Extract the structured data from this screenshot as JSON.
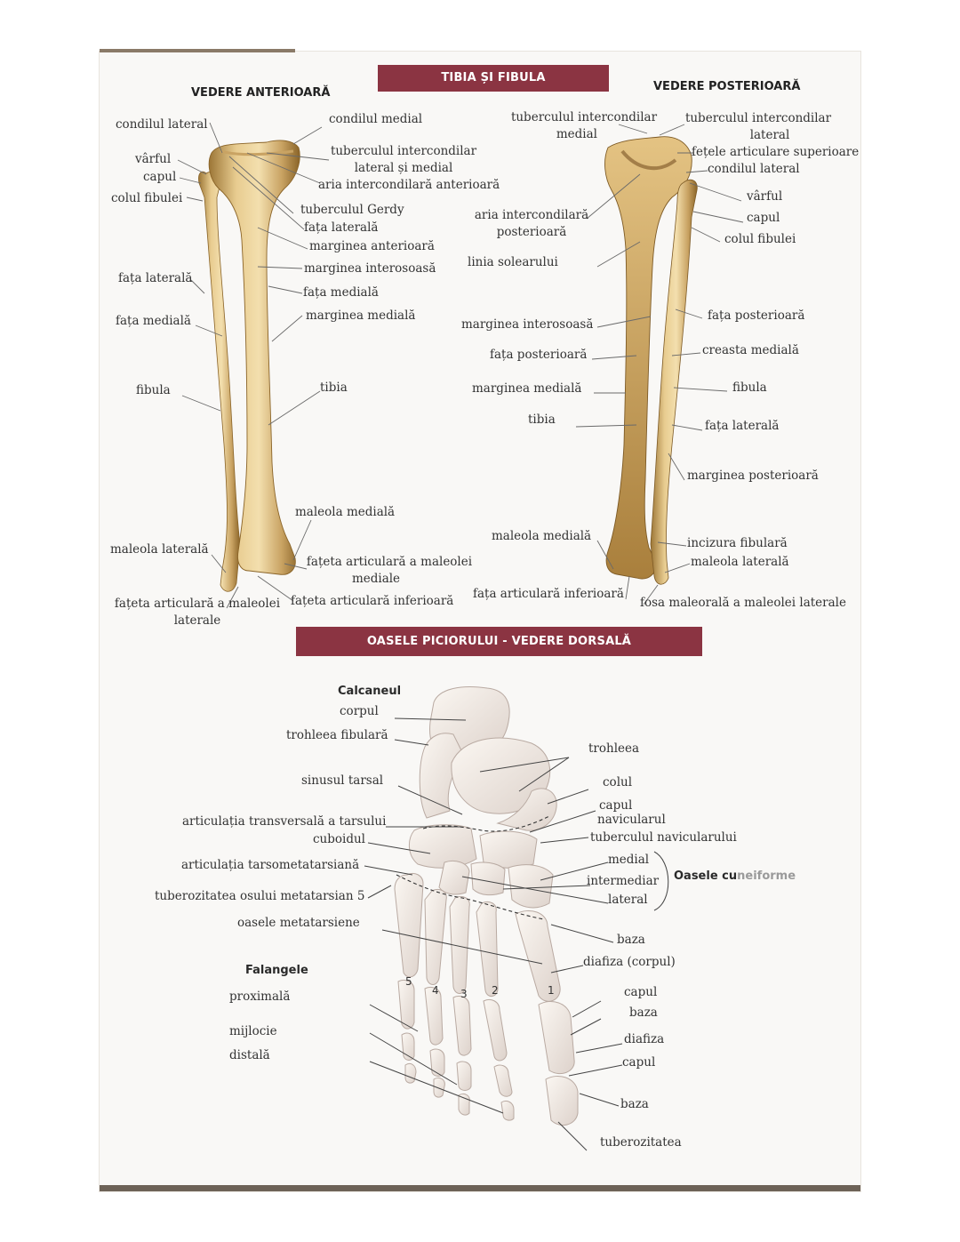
{
  "banners": {
    "tibia_fibula": "TIBIA ȘI FIBULA",
    "foot": "OASELE PICIORULUI - VEDERE DORSALĂ"
  },
  "anterior": {
    "heading": "VEDERE ANTERIOARĂ",
    "condilul_lateral": "condilul lateral",
    "condilul_medial": "condilul medial",
    "varful": "vârful",
    "capul": "capul",
    "colul_fibulei": "colul fibulei",
    "tuberculul_1": "tuberculul intercondilar",
    "tuberculul_2": "lateral și medial",
    "aria": "aria intercondilară anterioară",
    "gerdy": "tuberculul Gerdy",
    "fata_laterala_tibia": "fața laterală",
    "marginea_anterioara": "marginea anterioară",
    "marginea_interosoasa": "marginea interosoasă",
    "fata_laterala": "fața laterală",
    "fata_mediala_tibia": "fața medială",
    "fata_mediala": "fața medială",
    "marginea_mediala": "marginea medială",
    "fibula": "fibula",
    "tibia": "tibia",
    "maleola_mediala": "maleola medială",
    "maleola_laterala": "maleola laterală",
    "fateta_maleolei_mediale_1": "fațeta articulară a maleolei",
    "fateta_maleolei_mediale_2": "mediale",
    "fateta_maleolei_laterale_1": "fațeta articulară a maleolei",
    "fateta_maleolei_laterale_2": "laterale",
    "fateta_inferioara": "fațeta articulară inferioară"
  },
  "posterior": {
    "heading": "VEDERE POSTERIOARĂ",
    "tub_medial_1": "tuberculul intercondilar",
    "tub_medial_2": "medial",
    "tub_lateral_1": "tuberculul intercondilar",
    "tub_lateral_2": "lateral",
    "fetele": "fețele articulare superioare",
    "condilul_lateral": "condilul lateral",
    "varful": "vârful",
    "aria_1": "aria intercondilară",
    "aria_2": "posterioară",
    "capul": "capul",
    "colul_fibulei": "colul fibulei",
    "linia_solearului": "linia solearului",
    "marginea_interosoasa": "marginea interosoasă",
    "fata_posterioara_r": "fața posterioară",
    "fata_posterioara": "fața posterioară",
    "creasta_mediala": "creasta medială",
    "marginea_mediala": "marginea medială",
    "fibula": "fibula",
    "tibia": "tibia",
    "fata_laterala": "fața laterală",
    "marginea_posterioara": "marginea posterioară",
    "maleola_mediala": "maleola medială",
    "incizura": "incizura fibulară",
    "maleola_laterala": "maleola laterală",
    "fata_inferioara": "fața articulară inferioară",
    "fosa": "fosa maleorală a maleolei laterale"
  },
  "foot": {
    "calcaneul": "Calcaneul",
    "corpul": "corpul",
    "trohleea_fibulara": "trohleea fibulară",
    "sinusul_tarsal": "sinusul tarsal",
    "art_transversala": "articulația transversală a tarsului",
    "cuboidul": "cuboidul",
    "art_tarsometatarsiana": "articulația  tarsometatarsiană",
    "tuberozitatea_mt5": "tuberozitatea osului metatarsian 5",
    "oasele_metatarsiene": "oasele metatarsiene",
    "falangele": "Falangele",
    "proximala": "proximală",
    "mijlocie": "mijlocie",
    "distala": "distală",
    "trohleea": "trohleea",
    "colul": "colul",
    "capul": "capul",
    "navicularul": "navicularul",
    "tuberculul_navicularului": "tuberculul navicularului",
    "medial": "medial",
    "intermediar": "intermediar",
    "lateral": "lateral",
    "cuneiforme_1": "Oasele cu",
    "cuneiforme_2": "neiforme",
    "baza": "baza",
    "diafiza_corpul": "diafiza (corpul)",
    "capul_2": "capul",
    "baza_2": "baza",
    "diafiza": "diafiza",
    "capul_3": "capul",
    "baza_3": "baza",
    "tuberozitatea": "tuberozitatea",
    "toe_numbers": [
      "5",
      "4",
      "3",
      "2",
      "1"
    ]
  }
}
